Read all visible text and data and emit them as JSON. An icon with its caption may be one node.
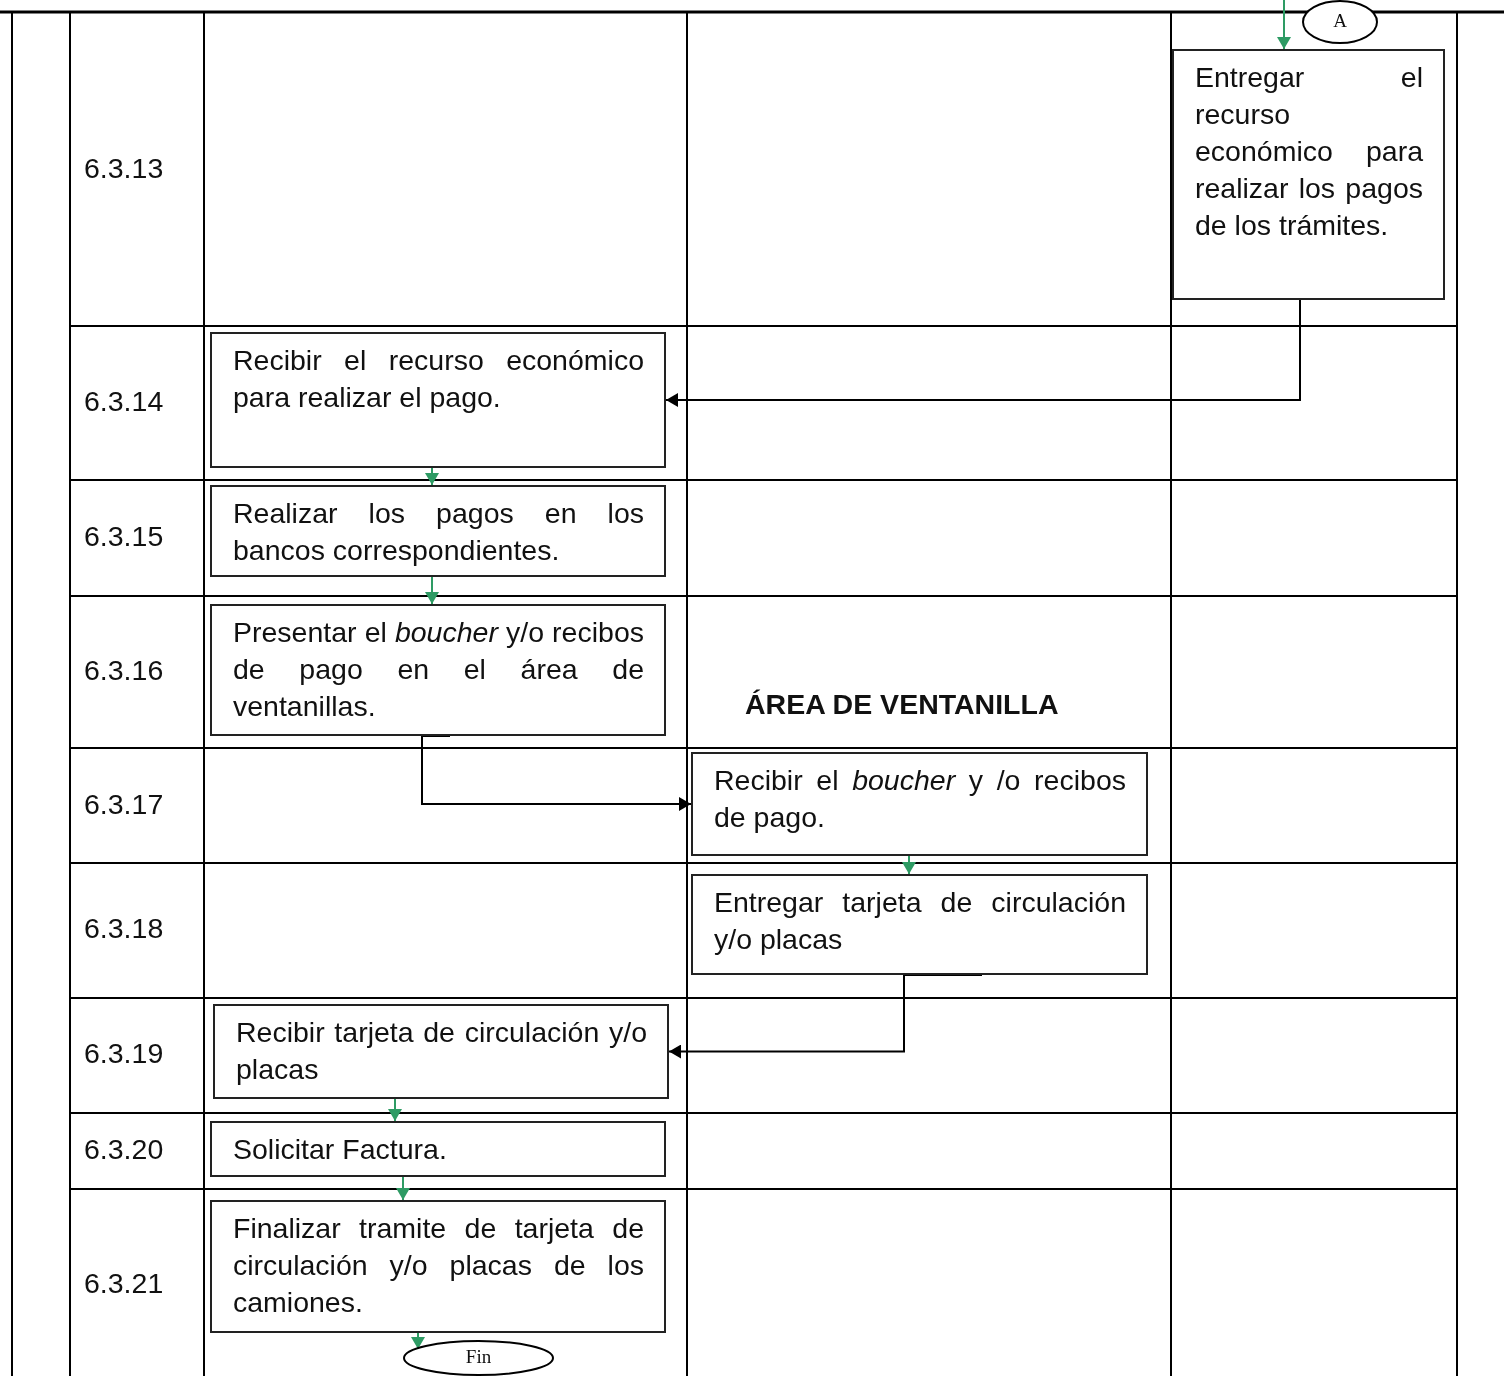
{
  "diagram": {
    "nodes": [
      {
        "text": [
          "A"
        ]
      },
      {
        "text": [
          "Entregar el recurso económico para realizar los pagos de los trámites."
        ]
      },
      {
        "text": [
          "Recibir el recurso económico para realizar el pago."
        ]
      },
      {
        "text": [
          "Realizar los pagos en los bancos correspondientes."
        ]
      },
      {
        "text": [
          "Presentar el *boucher* y/o recibos de pago en el área de ventanillas."
        ]
      },
      {
        "text": [
          "Recibir el *boucher* y /o recibos de pago."
        ]
      },
      {
        "text": [
          "Entregar tarjeta de circulación y/o placas"
        ]
      },
      {
        "text": [
          "Recibir tarjeta de circulación y/o placas"
        ]
      },
      {
        "text": [
          "Solicitar Factura."
        ]
      },
      {
        "text": [
          "Finalizar tramite de tarjeta de circulación y/o placas de los camiones."
        ]
      },
      {
        "text": [
          "Fin"
        ]
      }
    ],
    "edges": [
      {
        "from": null,
        "to": 1,
        "arrow": "to"
      },
      {
        "from": 1,
        "to": 2,
        "arrow": "to",
        "color": "#000000"
      },
      {
        "from": 2,
        "to": 3,
        "arrow": "to"
      },
      {
        "from": 3,
        "to": 4,
        "arrow": "to"
      },
      {
        "from": 4,
        "to": 5,
        "arrow": "to",
        "color": "#000000"
      },
      {
        "from": 5,
        "to": 6,
        "arrow": "to"
      },
      {
        "from": 6,
        "to": 7,
        "arrow": "to",
        "color": "#000000"
      },
      {
        "from": 7,
        "to": 8,
        "arrow": "to"
      },
      {
        "from": 8,
        "to": 9,
        "arrow": "to"
      },
      {
        "from": 9,
        "to": 10,
        "arrow": "to"
      }
    ],
    "labels": [
      "6.3.13",
      "6.3.14",
      "6.3.15",
      "6.3.16",
      "ÁREA DE VENTANILLA",
      "6.3.17",
      "6.3.18",
      "6.3.19",
      "6.3.20",
      "6.3.21"
    ]
  }
}
